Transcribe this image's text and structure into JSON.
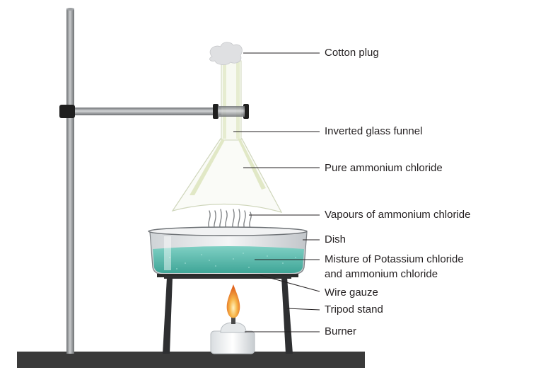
{
  "labels": {
    "cotton_plug": "Cotton plug",
    "inverted_funnel": "Inverted glass funnel",
    "pure_ammonium_chloride": "Pure ammonium chloride",
    "vapours": "Vapours of ammonium chloride",
    "dish": "Dish",
    "mixture_line1": "Misture of Potassium chloride",
    "mixture_line2": "and ammonium chloride",
    "wire_gauze": "Wire gauze",
    "tripod_stand": "Tripod stand",
    "burner": "Burner"
  },
  "colors": {
    "stand_metal": "#8a8d90",
    "base": "#3a3a3a",
    "solution": "#5bbcb0",
    "funnel_glass": "#e6ecd0",
    "flame": "#f3a532"
  }
}
